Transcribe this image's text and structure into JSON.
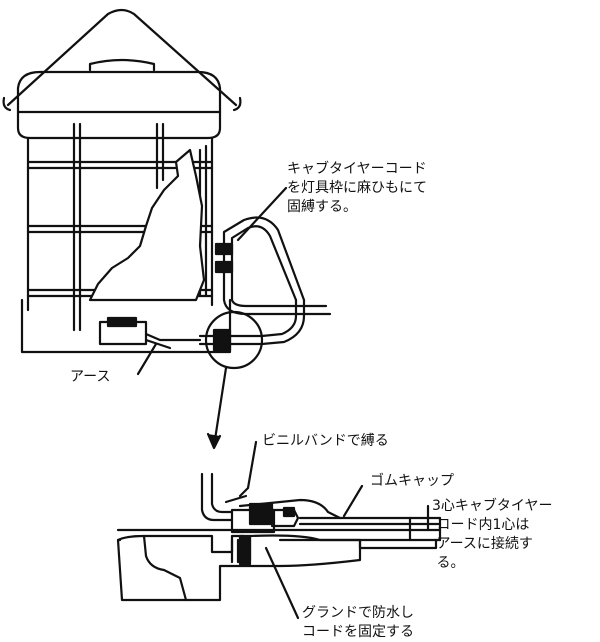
{
  "labels": {
    "cord_fixing": "キャブタイヤーコード\nを灯具枠に麻ひもにて\n固縛する。",
    "earth": "アース",
    "vinyl_band": "ビニルバンドで縛る",
    "rubber_cap": "ゴムキャップ",
    "three_core": "3心キャブタイヤー\n コード内1心は\n アースに接続す\n る。",
    "gland": "グランドで防水し\nコードを固定する"
  },
  "colors": {
    "ink": "#111111",
    "paper": "#ffffff"
  }
}
